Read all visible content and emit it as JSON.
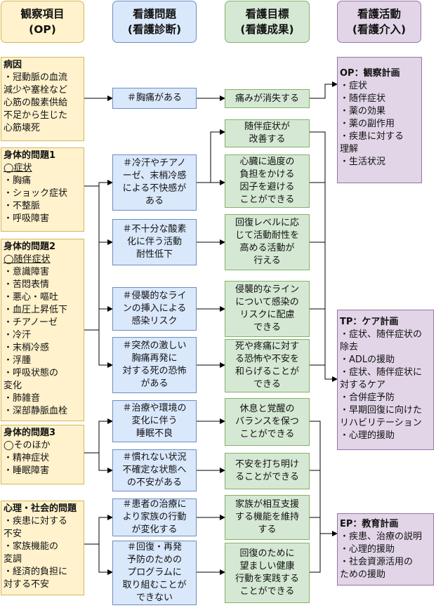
{
  "headers": {
    "op": [
      "観察項目",
      "(OP)"
    ],
    "problem": [
      "看護問題",
      "(看護診断)"
    ],
    "goal": [
      "看護目標",
      "(看護成果)"
    ],
    "intervention": [
      "看護活動",
      "(看護介入)"
    ]
  },
  "observations": [
    {
      "title": "病因",
      "lines": [
        "・冠動脈の血流",
        "減少や塞栓など",
        "心筋の酸素供給",
        "不足から生じた",
        "心筋壊死"
      ]
    },
    {
      "title": "身体的問題1",
      "subtitle": "◯症状",
      "lines": [
        "・胸痛",
        "・ショック症状",
        "・不整脈",
        "・呼吸障害"
      ]
    },
    {
      "title": "身体的問題2",
      "subtitle": "◯随伴症状",
      "lines": [
        "・意識障害",
        "・苦悶表情",
        "・悪心・嘔吐",
        "・血圧上昇低下",
        "・チアノーゼ",
        "・冷汗",
        "・末梢冷感",
        "・浮腫",
        "・呼吸状態の",
        "変化",
        "・肺雑音",
        "・深部静脈血栓"
      ]
    },
    {
      "title": "身体的問題3",
      "subtitle": "◯そのほか",
      "lines": [
        "・精神症状",
        "・睡眠障害"
      ]
    },
    {
      "title": "心理・社会的問題",
      "lines": [
        "・疾患に対する",
        "不安",
        "・家族機能の",
        "変調",
        "・経済的負担に",
        "対する不安"
      ]
    }
  ],
  "problems": [
    [
      "＃胸痛がある"
    ],
    [
      "＃冷汗やチアノ",
      "ーゼ、末梢冷感",
      "による不快感が",
      "ある"
    ],
    [
      "＃不十分な酸素",
      "化に伴う活動",
      "耐性低下"
    ],
    [
      "＃侵襲的なライ",
      "ンの挿入による",
      "感染リスク"
    ],
    [
      "＃突然の激しい",
      "胸痛再発に",
      "対する死の恐怖",
      "がある"
    ],
    [
      "＃治療や環境の",
      "変化に伴う",
      "睡眠不良"
    ],
    [
      "＃慣れない状況",
      "不確定な状態へ",
      "の不安がある"
    ],
    [
      "＃患者の治療に",
      "より家族の行動",
      "が変化する"
    ],
    [
      "＃回復・再発",
      "予防のための",
      "プログラムに",
      "取り組むことが",
      "できない"
    ]
  ],
  "goals": [
    [
      "痛みが消失する"
    ],
    [
      "随伴症状が",
      "改善する"
    ],
    [
      "心臓に過度の",
      "負担をかける",
      "因子を避ける",
      "ことができる"
    ],
    [
      "回復レベルに応",
      "じて活動耐性を",
      "高める活動が",
      "行える"
    ],
    [
      "侵襲的なライン",
      "について感染の",
      "リスクに配慮",
      "できる"
    ],
    [
      "死や疼痛に対す",
      "る恐怖や不安を",
      "和らげることが",
      "できる"
    ],
    [
      "休息と覚醒の",
      "バランスを保つ",
      "ことができる"
    ],
    [
      "不安を打ち明け",
      "ることができる"
    ],
    [
      "家族が相互支援",
      "する機能を維持",
      "する"
    ],
    [
      "回復のために",
      "望ましい健康",
      "行動を実践する",
      "ことができる"
    ]
  ],
  "interventions": [
    {
      "title": "OP：観察計画",
      "lines": [
        "・症状",
        "・随伴症状",
        "・薬の効果",
        "・薬の副作用",
        "・疾患に対する",
        "理解",
        "・生活状況"
      ]
    },
    {
      "title": "TP：ケア計画",
      "lines": [
        "・症状、随伴症状の",
        "除去",
        "・ADLの援助",
        "・症状、随伴症状に",
        "対するケア",
        "・合併症予防",
        "・早期回復に向けた",
        "リハビリテーション",
        "・心理的援助"
      ]
    },
    {
      "title": "EP：教育計画",
      "lines": [
        "・疾患、治療の説明",
        "・心理的援助",
        "・社会資源活用の",
        "ための援助"
      ]
    }
  ]
}
